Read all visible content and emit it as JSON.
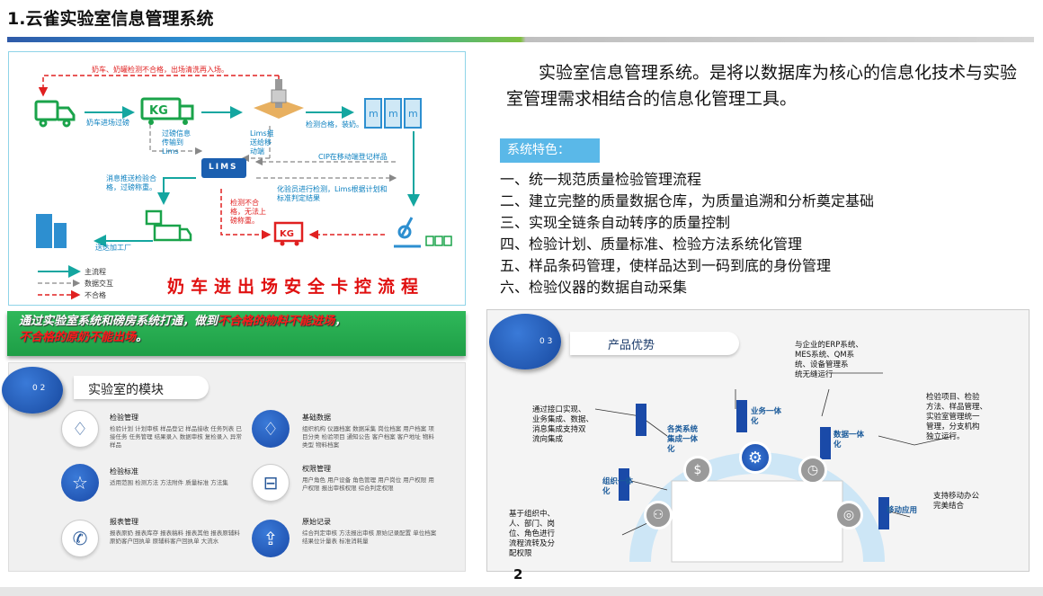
{
  "header": {
    "title": "1.云雀实验室信息管理系统"
  },
  "flow": {
    "top_return": "奶车、奶罐检测不合格，出场清洗再入场。",
    "enter_weigh": "奶车进场过磅",
    "weigh_info": [
      "过磅信息",
      "传输到",
      "Lims"
    ],
    "lims_push": [
      "Lims推",
      "送给移",
      "动端"
    ],
    "lims_box": "LIMS",
    "tested_ok": "检测合格，装奶。",
    "cip": "CIP在移动端登记样品",
    "lab_test": [
      "化验员进行检测，Lims根据计划和",
      "标准判定结果"
    ],
    "notify": [
      "消息推送检验合",
      "格，过磅称重。"
    ],
    "fail_text": [
      "检测不合",
      "格，无法上",
      "磅称重。"
    ],
    "deliver": "送达加工厂",
    "legend_main": "主流程",
    "legend_data": "数据交互",
    "legend_fail": "不合格",
    "title": "奶车进出场安全卡控流程"
  },
  "banner": {
    "part1": "通过实验室系统和磅房系统打通，做到",
    "part2": "不合格的物料不能进场",
    "part3": "，",
    "part4": "不合格的原奶不能出场",
    "part5": "。"
  },
  "description": "实验室信息管理系统。是将以数据库为核心的信息化技术与实验室管理需求相结合的信息化管理工具。",
  "features": {
    "tag": "系统特色：",
    "items": [
      "一、统一规范质量检验管理流程",
      "二、建立完整的质量数据仓库，为质量追溯和分析奠定基础",
      "三、实现全链条自动转序的质量控制",
      "四、检验计划、质量标准、检验方法系统化管理",
      "五、样品条码管理，使样品达到一码到底的身份管理",
      "六、检验仪器的数据自动采集"
    ]
  },
  "modules": {
    "num": "0 2",
    "title": "实验室的模块",
    "items": [
      {
        "name": "检验管理",
        "sub": "检验计划 计划审核 样品登记 样品接收 任务列表 已接任务 任务管理 结果录入 数据审核 复检录入 异常样品"
      },
      {
        "name": "基础数据",
        "sub": "组织机构 仪器档案 数据采集 岗位档案 用户档案 项目分类 检验项目 通知公告 客户档案 客户地址 物料类型 物料档案"
      },
      {
        "name": "检验标准",
        "sub": "适用范围 检测方法 方法附件 质量标准 方法集"
      },
      {
        "name": "权限管理",
        "sub": "用户角色 用户设备 角色管理 用户岗位 用户权限 用户权限 报出审核权限 综合判定权限"
      },
      {
        "name": "报表管理",
        "sub": "报表原奶 报表库存 报表稿料 报表其他 报表原辅料 原奶客户回执单 原辅料客户回执单 大流水"
      },
      {
        "name": "原始记录",
        "sub": "综合判定审核 方法报出审核 原始记录配置 单位档案 结果位计量表 标准消耗量"
      }
    ]
  },
  "advantage": {
    "num": "0 3",
    "title": "产品优势",
    "erp": [
      "与企业的ERP系统、",
      "MES系统、QM系",
      "统、设备管理系",
      "统无缝运行"
    ],
    "interface": [
      "通过接口实现、",
      "业务集成、数据、",
      "消息集成支持双",
      "流向集成"
    ],
    "sys_int": [
      "各类系统",
      "集成一体",
      "化"
    ],
    "biz_int": [
      "业务一体",
      "化"
    ],
    "data_int": [
      "数据一体",
      "化"
    ],
    "inspect": [
      "检验项目、检验",
      "方法、样品管理、",
      "实验室管理统一",
      "管理，分支机构",
      "独立运行。"
    ],
    "org_int": [
      "组织一体",
      "化"
    ],
    "mobile": "移动应用",
    "mobile_desc": [
      "支持移动办公",
      "完美结合"
    ],
    "org_desc": [
      "基于组织中、",
      "人、部门、岗",
      "位、角色进行",
      "流程流转及分",
      "配权限"
    ]
  },
  "page": {
    "number": "2"
  },
  "colors": {
    "teal": "#14a6a0",
    "red": "#e01010",
    "blue": "#1a4aa8"
  }
}
